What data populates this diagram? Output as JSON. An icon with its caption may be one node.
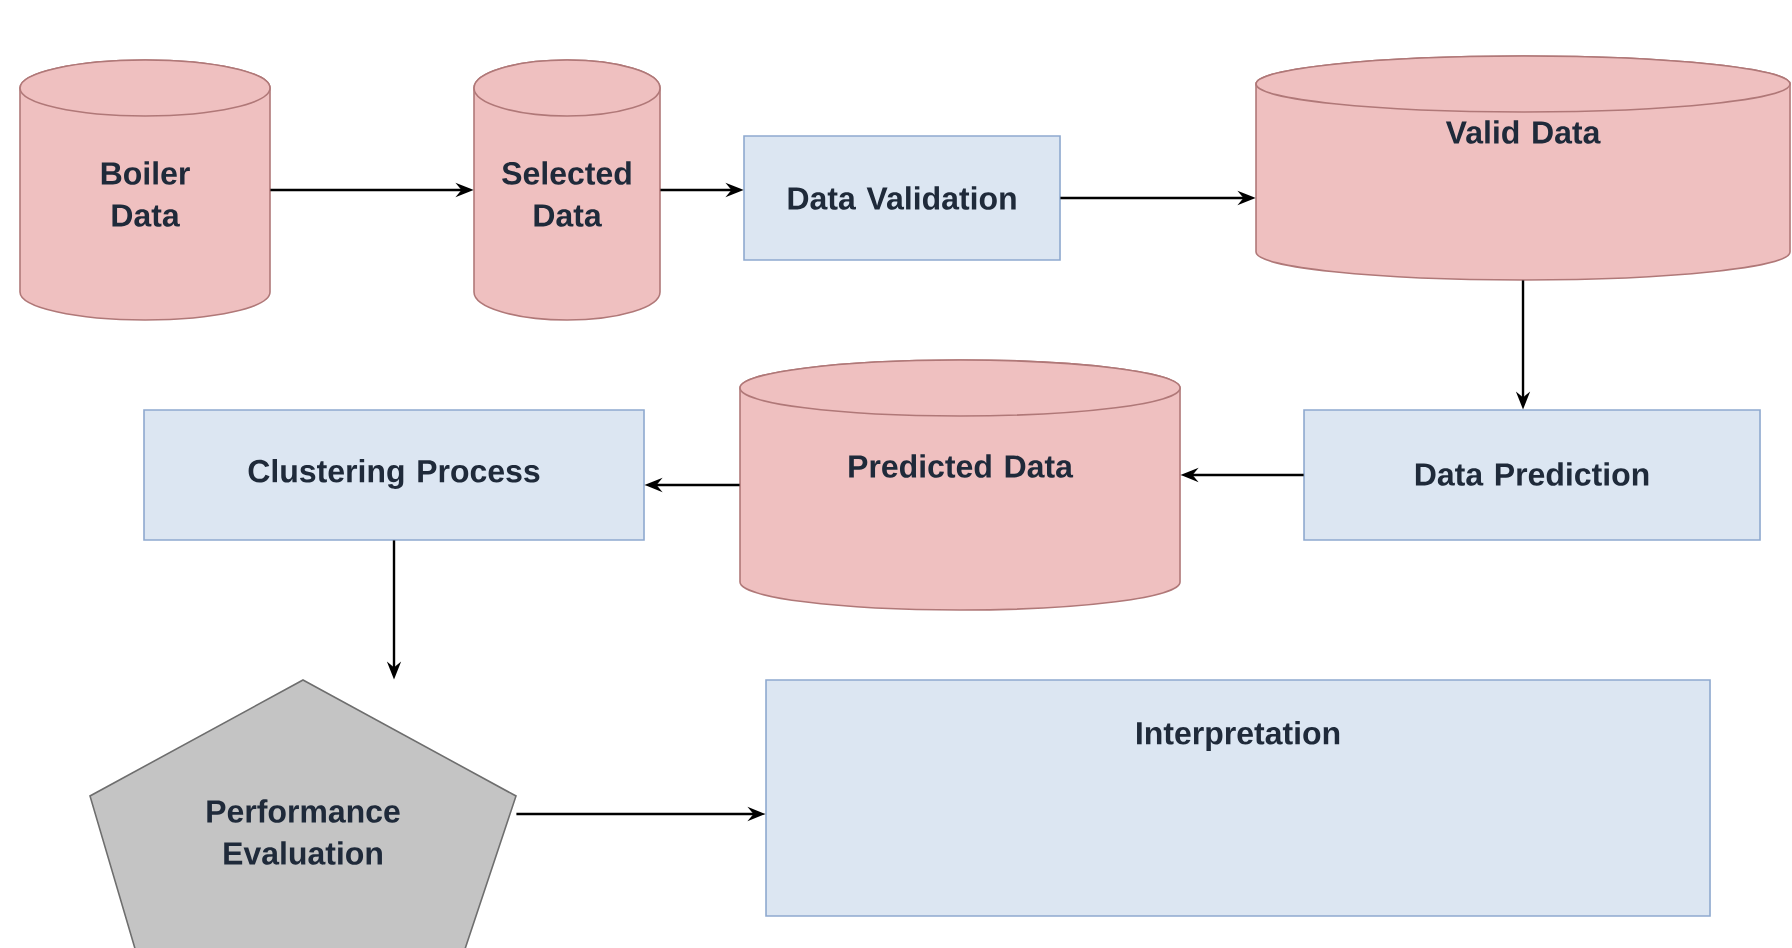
{
  "diagram": {
    "nodes": [
      {
        "text": [
          "Boiler Data"
        ]
      },
      {
        "text": [
          "Selected Data"
        ]
      },
      {
        "text": [
          "Data Validation"
        ]
      },
      {
        "text": [
          "Valid Data"
        ]
      },
      {
        "text": [
          "Data Prediction"
        ]
      },
      {
        "text": [
          "Predicted Data"
        ]
      },
      {
        "text": [
          "Clustering Process"
        ]
      },
      {
        "text": [
          "Performance Evaluation"
        ]
      },
      {
        "text": [
          "Interpretation"
        ]
      }
    ],
    "edges": [
      {
        "from": 0,
        "to": 1,
        "arrow": "to"
      },
      {
        "from": 1,
        "to": 2,
        "arrow": "to"
      },
      {
        "from": 2,
        "to": 3,
        "arrow": "to"
      },
      {
        "from": 3,
        "to": 4,
        "arrow": "to"
      },
      {
        "from": 4,
        "to": 5,
        "arrow": "to"
      },
      {
        "from": 5,
        "to": 6,
        "arrow": "to"
      },
      {
        "from": 6,
        "to": 7,
        "arrow": "to"
      },
      {
        "from": 7,
        "to": 8,
        "arrow": "to"
      }
    ]
  }
}
